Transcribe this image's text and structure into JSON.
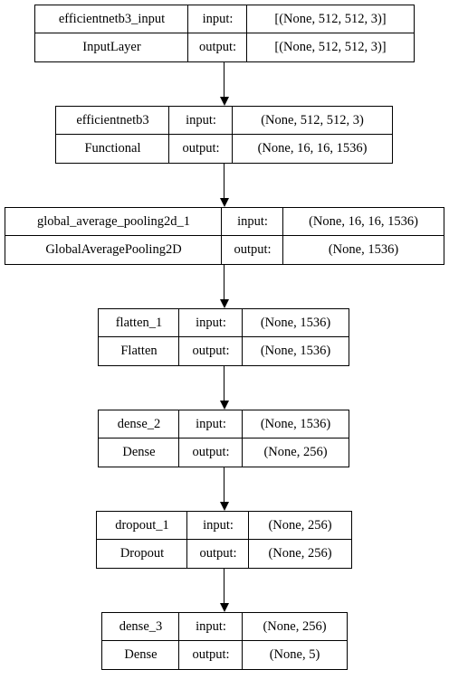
{
  "labels": {
    "input": "input:",
    "output": "output:"
  },
  "nodes": [
    {
      "name": "efficientnetb3_input",
      "type": "InputLayer",
      "input": "[(None, 512, 512, 3)]",
      "output": "[(None, 512, 512, 3)]"
    },
    {
      "name": "efficientnetb3",
      "type": "Functional",
      "input": "(None, 512, 512, 3)",
      "output": "(None, 16, 16, 1536)"
    },
    {
      "name": "global_average_pooling2d_1",
      "type": "GlobalAveragePooling2D",
      "input": "(None, 16, 16, 1536)",
      "output": "(None, 1536)"
    },
    {
      "name": "flatten_1",
      "type": "Flatten",
      "input": "(None, 1536)",
      "output": "(None, 1536)"
    },
    {
      "name": "dense_2",
      "type": "Dense",
      "input": "(None, 1536)",
      "output": "(None, 256)"
    },
    {
      "name": "dropout_1",
      "type": "Dropout",
      "input": "(None, 256)",
      "output": "(None, 256)"
    },
    {
      "name": "dense_3",
      "type": "Dense",
      "input": "(None, 256)",
      "output": "(None, 5)"
    }
  ]
}
